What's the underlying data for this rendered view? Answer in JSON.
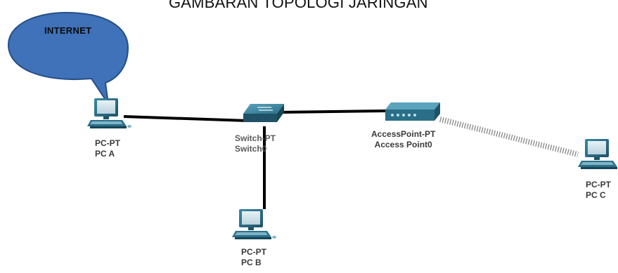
{
  "title": "GAMBARAN TOPOLOGI JARINGAN",
  "internet_label": "INTERNET",
  "devices": {
    "pc_a": {
      "type": "PC-PT",
      "name": "PC A"
    },
    "pc_b": {
      "type": "PC-PT",
      "name": "PC B"
    },
    "pc_c": {
      "type": "PC-PT",
      "name": "PC C"
    },
    "switch": {
      "type": "Switch-PT",
      "name": "Switch0"
    },
    "access_point": {
      "type": "AccessPoint-PT",
      "name": "Access Point0"
    }
  },
  "links": [
    {
      "from": "PC A",
      "to": "Switch0",
      "medium": "wired"
    },
    {
      "from": "Switch0",
      "to": "PC B",
      "medium": "wired"
    },
    {
      "from": "Switch0",
      "to": "Access Point0",
      "medium": "wired"
    },
    {
      "from": "Access Point0",
      "to": "PC C",
      "medium": "wireless"
    }
  ],
  "colors": {
    "bubble_fill": "#3f72b8",
    "bubble_stroke": "#264f86",
    "wire": "#000000",
    "device_teal": "#2a6f87",
    "device_dark": "#1f5266"
  }
}
